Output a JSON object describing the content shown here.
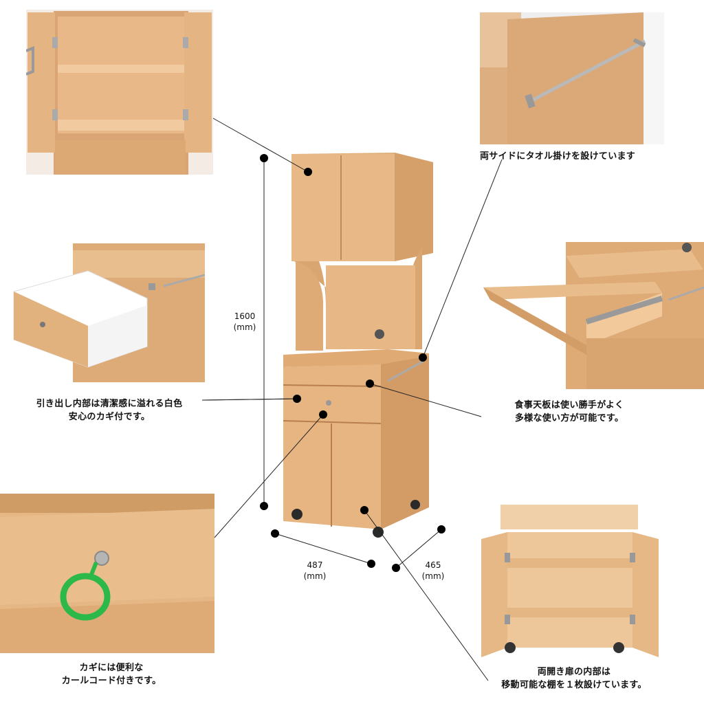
{
  "captions": {
    "towel": "両サイドにタオル掛けを設けています",
    "drawer_1": "引き出し内部は清潔感に溢れる白色",
    "drawer_2": "安心のカギ付です。",
    "table_1": "食事天板は使い勝手がよく",
    "table_2": "多様な使い方が可能です。",
    "key_1": "カギには便利な",
    "key_2": "カールコード付きです。",
    "inner_1": "両開き扉の内部は",
    "inner_2": "移動可能な棚を１枚設けています。"
  },
  "dimensions": {
    "height_value": "1600",
    "height_unit": "(mm)",
    "width_value": "487",
    "width_unit": "(mm)",
    "depth_value": "465",
    "depth_unit": "(mm)"
  },
  "colors": {
    "wood": "#e2b07a",
    "wood_dark": "#c48a55",
    "wood_light": "#f0cda0",
    "line": "#222222"
  }
}
